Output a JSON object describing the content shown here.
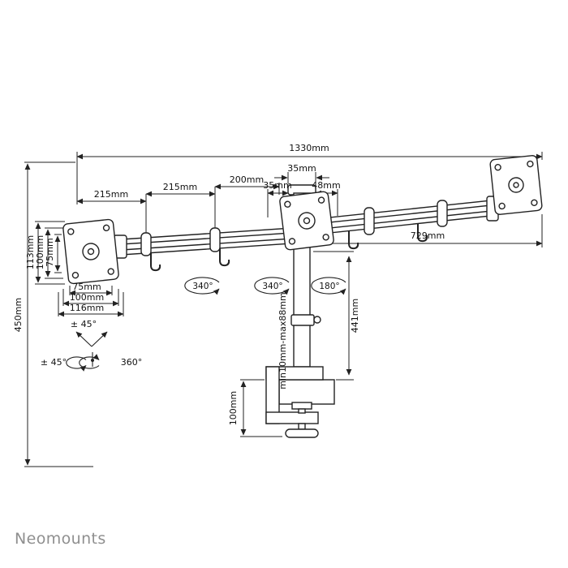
{
  "brand": "Neomounts",
  "dims": {
    "total_width": "1330mm",
    "arm_segment_1": "215mm",
    "arm_segment_2": "215mm",
    "arm_segment_3": "200mm",
    "pole_cap": "35mm",
    "joint_left_offset": "35mm",
    "joint_right_offset": "48mm",
    "right_arm_span": "729mm",
    "plate_height_outer": "113mm",
    "plate_height_mid": "100mm",
    "plate_height_vesa": "75mm",
    "plate_width_vesa": "75mm",
    "plate_width_mid": "100mm",
    "plate_width_outer": "116mm",
    "overall_height": "450mm",
    "pole_height": "441mm",
    "clamp_range": "min10mm-max88mm",
    "clamp_height": "100mm"
  },
  "angles": {
    "tilt": "± 45°",
    "swivel_base": "± 45°",
    "rotation": "360°",
    "joint_1": "340°",
    "joint_2": "340°",
    "joint_3": "180°"
  }
}
